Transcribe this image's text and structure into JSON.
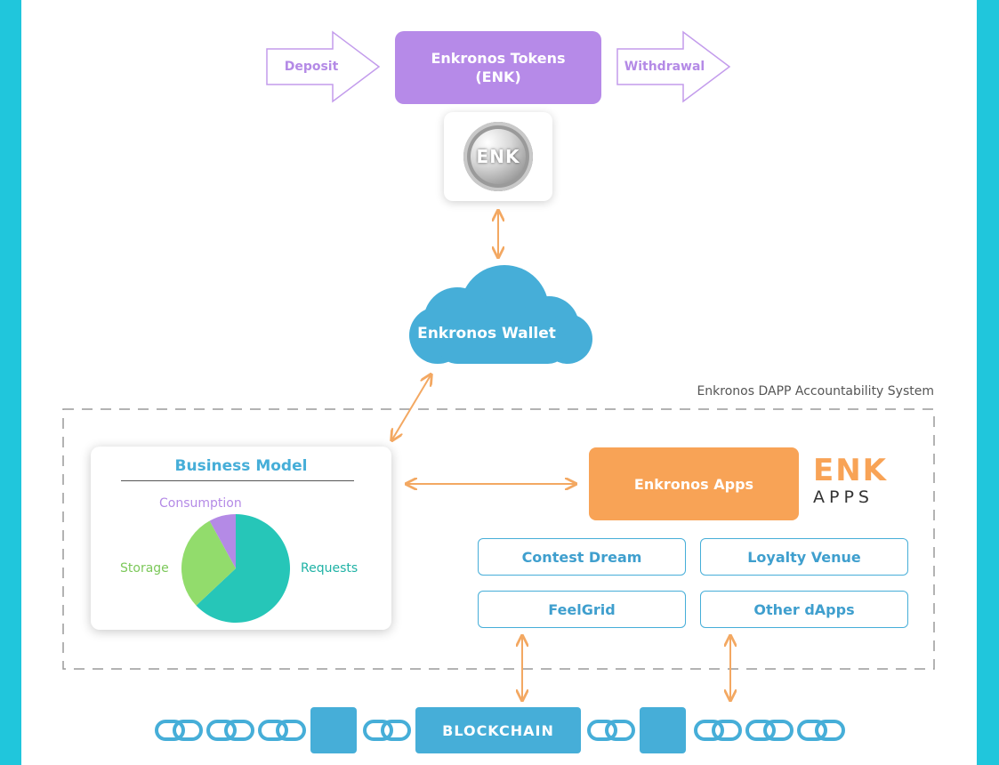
{
  "inflow": {
    "label": "Deposit"
  },
  "token": {
    "line1": "Enkronos Tokens",
    "line2": "(ENK)"
  },
  "outflow": {
    "label": "Withdrawal"
  },
  "coin": {
    "label": "ENK"
  },
  "wallet": {
    "label": "Enkronos Wallet"
  },
  "system": {
    "label": "Enkronos DAPP Accountability System"
  },
  "business_model": {
    "title": "Business Model",
    "segments": [
      {
        "label": "Requests",
        "value": 63,
        "color": "#26c6b8"
      },
      {
        "label": "Storage",
        "value": 29,
        "color": "#92dc6c"
      },
      {
        "label": "Consumption",
        "value": 8,
        "color": "#b48ae6"
      }
    ]
  },
  "apps": {
    "label": "Enkronos Apps",
    "logo_top": "ENK",
    "logo_bottom": "APPS",
    "items": [
      "Contest Dream",
      "Loyalty Venue",
      "FeelGrid",
      "Other dApps"
    ]
  },
  "blockchain": {
    "label": "BLOCKCHAIN"
  },
  "colors": {
    "frame": "#20c6dc",
    "purple": "#b68ae8",
    "blue": "#46aed8",
    "orange": "#f8a356",
    "connector": "#f3a862"
  }
}
